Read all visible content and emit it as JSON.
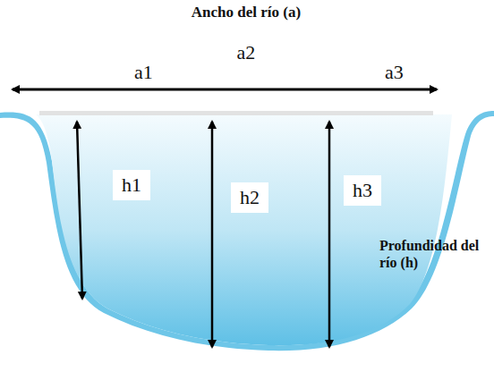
{
  "diagram": {
    "labels": [
      "Ancho del río (a)",
      "a1",
      "a2",
      "a3",
      "h1",
      "h2",
      "h3",
      "Profundidad del río (h)"
    ]
  }
}
